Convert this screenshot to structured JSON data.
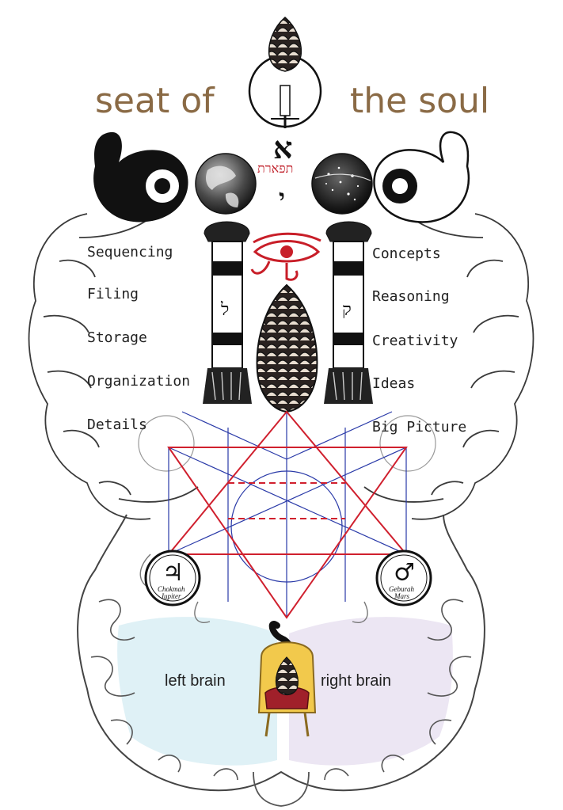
{
  "title": {
    "left": "seat of",
    "right": "the soul"
  },
  "hebrew": {
    "crown_word": "תפארת",
    "large_letter": "א",
    "small_letter": "י",
    "left_pillar_letter": "ל",
    "right_pillar_letter": "ק"
  },
  "left_functions": [
    "Sequencing",
    "Filing",
    "Storage",
    "Organization",
    "Details"
  ],
  "right_functions": [
    "Concepts",
    "Reasoning",
    "Creativity",
    "Ideas",
    "Big Picture"
  ],
  "medallions": {
    "left": {
      "symbol": "♃",
      "line1": "Chokmah",
      "line2": "Jupiter"
    },
    "right": {
      "symbol": "♂",
      "line1": "Geburah",
      "line2": "Mars"
    }
  },
  "hemispheres": {
    "left": "left brain",
    "right": "right brain"
  },
  "colors": {
    "title": "#8a6a45",
    "star_red": "#d0202e",
    "star_blue": "#2a3aa8",
    "left_hemisphere": "#dff1f6",
    "right_hemisphere": "#ece6f3",
    "eye_red": "#c81e28"
  },
  "icons": [
    "pinecone-icon",
    "earth-globe-icon",
    "star-globe-icon",
    "eye-of-horus-icon",
    "yin-yang-left-icon",
    "yin-yang-right-icon",
    "throne-icon",
    "jupiter-icon",
    "mars-icon",
    "pillar-icon"
  ]
}
